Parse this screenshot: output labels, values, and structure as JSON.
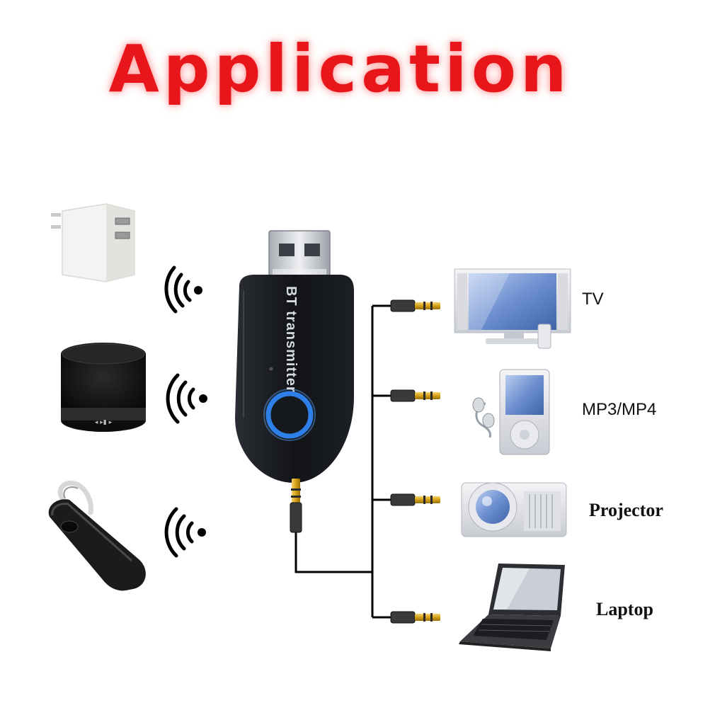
{
  "title": "Application",
  "device": {
    "label": "BT transmitter",
    "body_color": "#121417",
    "ring_color": "#2f7fe8"
  },
  "sources": [
    {
      "name": "usb-charger",
      "icon": "usb-charger-icon"
    },
    {
      "name": "bluetooth-speaker",
      "icon": "speaker-icon"
    },
    {
      "name": "bluetooth-headset",
      "icon": "headset-icon"
    }
  ],
  "targets": [
    {
      "name": "tv",
      "label": "TV",
      "icon": "tv-icon"
    },
    {
      "name": "mp3-mp4",
      "label": "MP3/MP4",
      "icon": "mp3-player-icon"
    },
    {
      "name": "projector",
      "label": "Projector",
      "icon": "projector-icon"
    },
    {
      "name": "laptop",
      "label": "Laptop",
      "icon": "laptop-icon"
    }
  ],
  "colors": {
    "title": "#e8151b",
    "wire": "#000000",
    "plug_gold": "#d4a017"
  }
}
